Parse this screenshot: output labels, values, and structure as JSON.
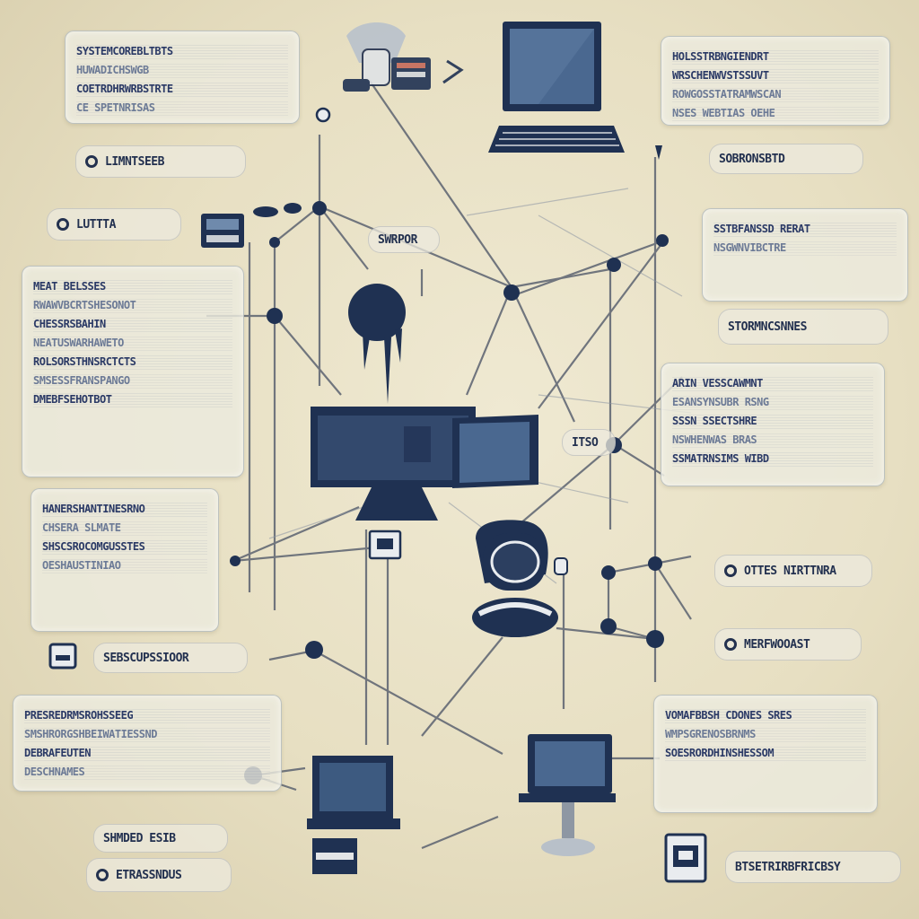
{
  "colors": {
    "background": "#e7dfc2",
    "device_navy": "#1f3152",
    "screen_blue": "#3d5a80",
    "text_blue": "#2b3a66",
    "wire_gray": "#5b6270"
  },
  "panels": {
    "top_left": [
      "SYSTEMCOREBLTBTS",
      "HUWADICHSWGB",
      "COETRDHRWRBSTRTE",
      "CE SPETNRISAS"
    ],
    "top_right": [
      "HOLSSTRBNGIENDRT",
      "WRSCHENWVSTSSUVT",
      "ROWGOSSTATRAMWSCAN",
      "NSES WEBTIAS OEHE"
    ],
    "mid_left": [
      "MEAT BELSSES",
      "RWAWVBCRTSHESONOT",
      "CHESSRSBAHIN",
      "NEATUSWARHAWETO",
      "ROLSORSTHNSRCTCTS",
      "SMSESSFRANSPANGO",
      "DMEBFSEHOTBOT"
    ],
    "mid_right_upper": [
      "SSTBFANSSD RERAT",
      "NSGWNVIBCTRE"
    ],
    "mid_right_lower": [
      "ARIN VESSCAWMNT",
      "ESANSYNSUBR RSNG",
      "SSSN SSECTSHRE",
      "NSWHENWAS BRAS",
      "SSMATRNSIMS WIBD"
    ],
    "left_lower": [
      "HANERSHANTINESRNO",
      "CHSERA SLMATE",
      "SHSCSROCOMGUSSTES",
      "OESHAUSTINIAO"
    ],
    "bottom_left": [
      "PRESREDRMSROHSSEEG",
      "SMSHRORGSHBEIWATIESSND",
      "DEBRAFEUTEN",
      "DESCHNAMES"
    ],
    "bottom_right": [
      "VOMAFBBSH CDONES SRES",
      "WMPSGRENOSBRNMS",
      "SOESRORDHINSHESSOM"
    ]
  },
  "pills": {
    "left_1": "LIMNTSEEB",
    "left_2": "LUTTTA",
    "left_3": "SEBSCUPSSIOOR",
    "left_4": "SHMDED ESIB",
    "left_5": "ETRASSNDUS",
    "right_1": "SOBRONSBTD",
    "right_2": "STORMNCSNNES",
    "right_3": "SWRPOR",
    "right_4": "OTTES NIRTTNRA",
    "right_5": "MERFWOOAST",
    "right_6": "BTSETRIRBFRICBSY",
    "center_tag": "ITSO"
  }
}
